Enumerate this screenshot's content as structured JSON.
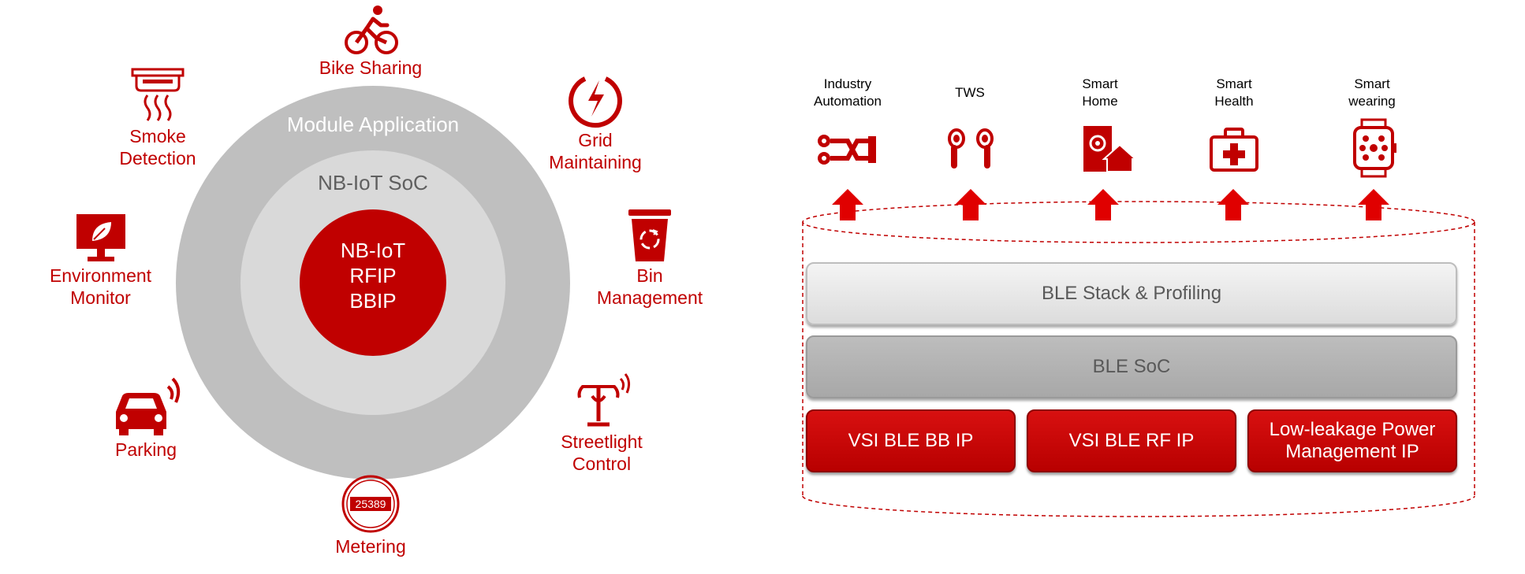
{
  "colors": {
    "accent": "#c00000",
    "ring_outer": "#bfbfbf",
    "ring_inner": "#d9d9d9",
    "core": "#c00000"
  },
  "left": {
    "outer_ring_label": "Module Application",
    "inner_ring_label": "NB-IoT SoC",
    "core_lines": [
      "NB-IoT",
      "RFIP",
      "BBIP"
    ],
    "applications": [
      {
        "icon": "bike-icon",
        "label_lines": [
          "Bike Sharing"
        ]
      },
      {
        "icon": "power-icon",
        "label_lines": [
          "Grid",
          "Maintaining"
        ]
      },
      {
        "icon": "bin-icon",
        "label_lines": [
          "Bin",
          "Management"
        ]
      },
      {
        "icon": "streetlight-icon",
        "label_lines": [
          "Streetlight",
          "Control"
        ]
      },
      {
        "icon": "meter-icon",
        "label_lines": [
          "Metering"
        ],
        "meter_digits": "25389"
      },
      {
        "icon": "car-icon",
        "label_lines": [
          "Parking"
        ]
      },
      {
        "icon": "monitor-leaf-icon",
        "label_lines": [
          "Environment",
          "Monitor"
        ]
      },
      {
        "icon": "smoke-detector-icon",
        "label_lines": [
          "Smoke",
          "Detection"
        ]
      }
    ]
  },
  "right": {
    "targets": [
      {
        "icon": "automation-icon",
        "label_lines": [
          "Industry",
          "Automation"
        ]
      },
      {
        "icon": "earbuds-icon",
        "label_lines": [
          "TWS"
        ]
      },
      {
        "icon": "smart-home-icon",
        "label_lines": [
          "Smart",
          "Home"
        ]
      },
      {
        "icon": "first-aid-icon",
        "label_lines": [
          "Smart",
          "Health"
        ]
      },
      {
        "icon": "smartwatch-icon",
        "label_lines": [
          "Smart",
          "wearing"
        ]
      }
    ],
    "layers": {
      "stack": "BLE Stack & Profiling",
      "soc": "BLE SoC",
      "ip_blocks": [
        "VSI BLE BB IP",
        "VSI BLE RF IP",
        "Low-leakage Power Management IP"
      ]
    }
  }
}
